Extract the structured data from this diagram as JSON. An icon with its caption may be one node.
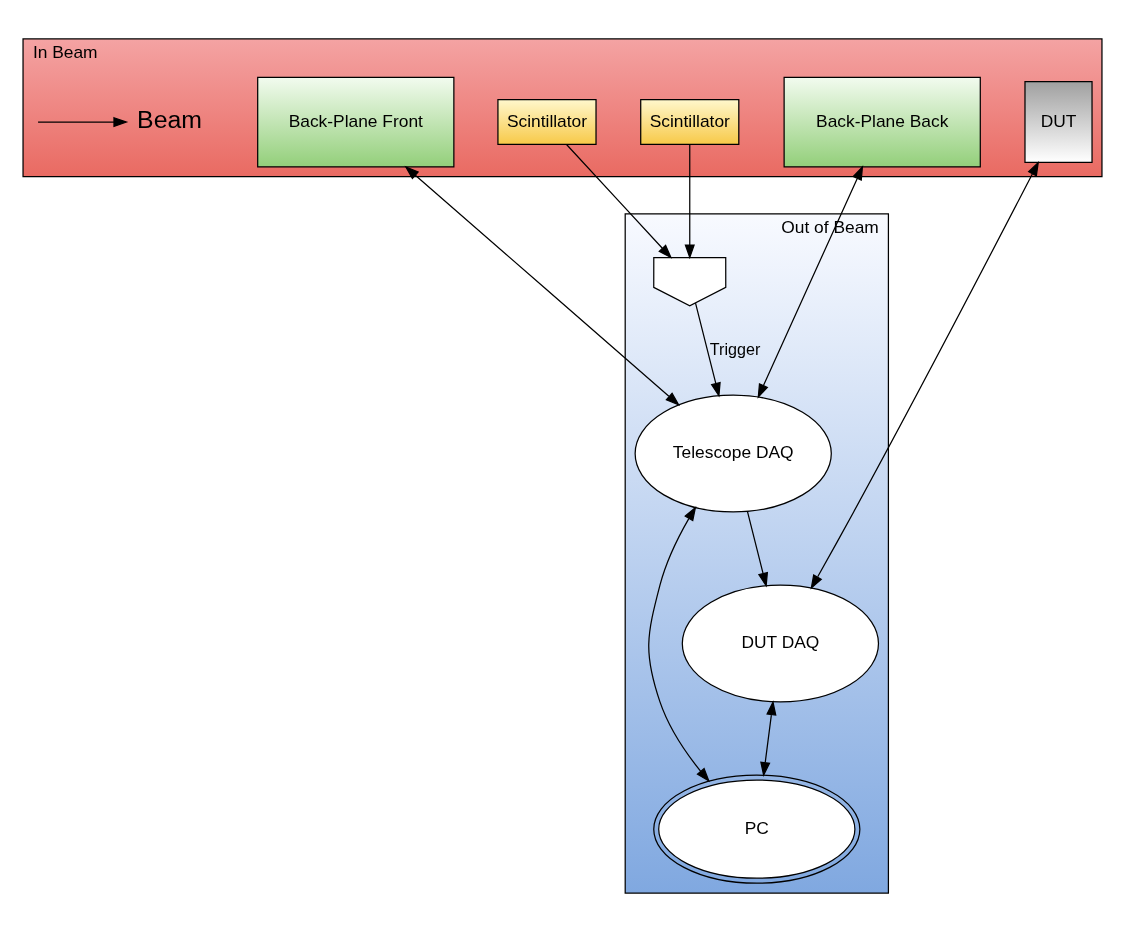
{
  "diagram": {
    "nodes": [
      {
        "text": [
          "In Beam"
        ]
      },
      {
        "text": [
          "Scintillator"
        ],
        "in": 0
      },
      {
        "text": [
          "Back-Plane Front"
        ],
        "in": 0
      },
      {
        "text": [
          "DUT"
        ],
        "in": 0
      },
      {
        "text": [
          "Back-Plane Back"
        ],
        "in": 0
      },
      {
        "text": [
          "Scintillator"
        ],
        "in": 0
      },
      {
        "text": [
          "Beam"
        ],
        "in": 0
      },
      {
        "text": [
          "Out of Beam"
        ]
      },
      {
        "text": [],
        "shape": "gate",
        "in": 7
      },
      {
        "text": [
          "Telescope DAQ"
        ],
        "in": 7
      },
      {
        "text": [
          "DUT DAQ"
        ],
        "in": 7
      },
      {
        "text": [
          "PC"
        ],
        "in": 7
      }
    ],
    "edges": [
      {
        "from": null,
        "to": 6,
        "arrow": "to"
      },
      {
        "from": 1,
        "to": 8,
        "arrow": "to"
      },
      {
        "from": 5,
        "to": 8,
        "arrow": "to"
      },
      {
        "from": 2,
        "to": 9,
        "arrow": "both"
      },
      {
        "from": 3,
        "to": 10,
        "arrow": "both"
      },
      {
        "from": 4,
        "to": 9,
        "arrow": "both"
      },
      {
        "from": 8,
        "to": 9,
        "arrow": "to",
        "label": "Trigger"
      },
      {
        "from": 9,
        "to": 10,
        "arrow": "to"
      },
      {
        "from": 10,
        "to": 11,
        "arrow": "both"
      },
      {
        "from": 9,
        "to": 11,
        "arrow": "both"
      }
    ]
  }
}
